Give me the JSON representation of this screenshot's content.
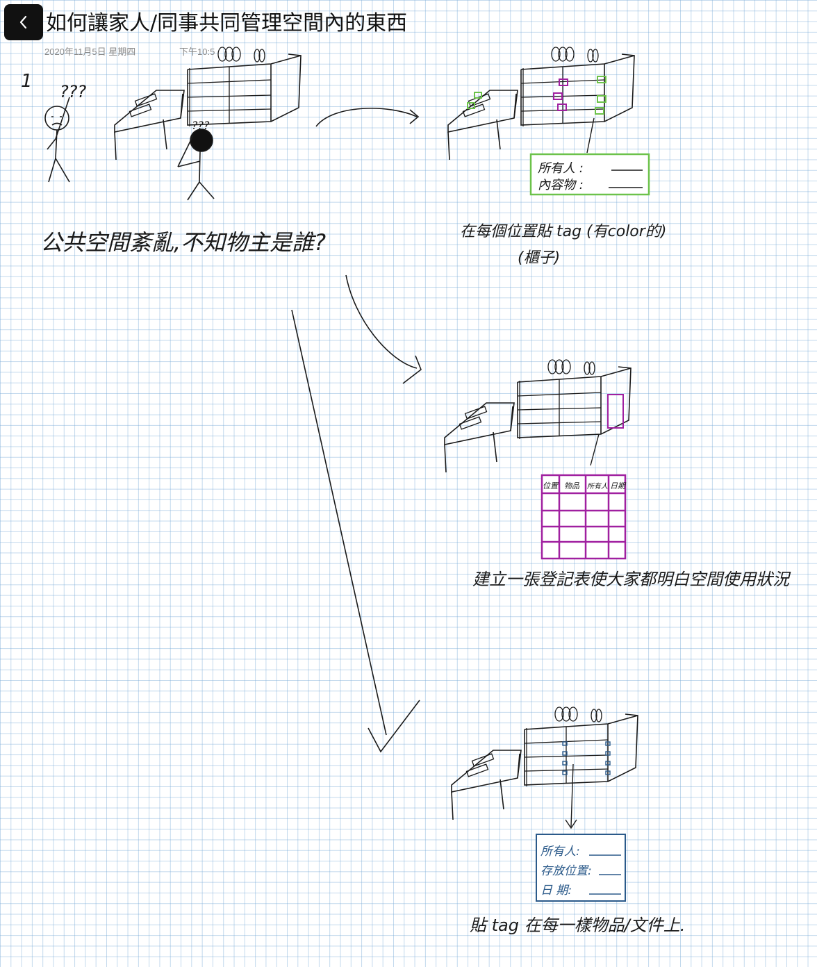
{
  "header": {
    "back_icon": "chevron-left-icon",
    "title": "如何讓家人/同事共同管理空間內的東西",
    "date": "2020年11月5日 星期四",
    "time": "下午10:5"
  },
  "sketch": {
    "step_marker": "1",
    "confused_marks_1": "???",
    "confused_marks_2": "???",
    "problem_caption": "公共空間紊亂,不知物主是誰?",
    "tag_card": {
      "row1": "所有人 :",
      "row2": "內容物 :"
    },
    "solution1_caption_line1": "在每個位置貼 tag (有color的)",
    "solution1_caption_line2": "(櫃子)",
    "log_table": {
      "headers": [
        "位置",
        "物品",
        "所有人",
        "日期"
      ]
    },
    "solution2_caption": "建立一張登記表使大家都明白空間使用狀況",
    "item_tag": {
      "row1": "所有人:",
      "row2": "存放位置:",
      "row3": "日 期:"
    },
    "solution3_caption": "貼 tag 在每一樣物品/文件上."
  },
  "colors": {
    "ink": "#1a1a1a",
    "tag_green": "#6cc24a",
    "tag_magenta": "#a020a0",
    "tag_blue": "#2b5a8a",
    "grid": "#78aad7"
  }
}
